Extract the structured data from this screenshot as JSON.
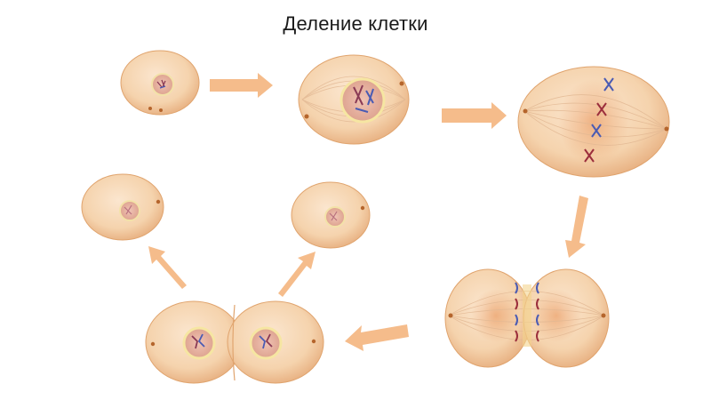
{
  "title": "Деление клетки",
  "colors": {
    "cell_fill": "#f7d9b8",
    "cell_edge": "#e0a46e",
    "nucleus": "#e9b79e",
    "arrow": "#f5bc8b",
    "chromosome_blue": "#4a5bb3",
    "chromosome_red": "#9b2e3c"
  },
  "stages": [
    "interphase",
    "prophase",
    "metaphase",
    "anaphase-telophase",
    "cytokinesis",
    "daughter-cells"
  ]
}
